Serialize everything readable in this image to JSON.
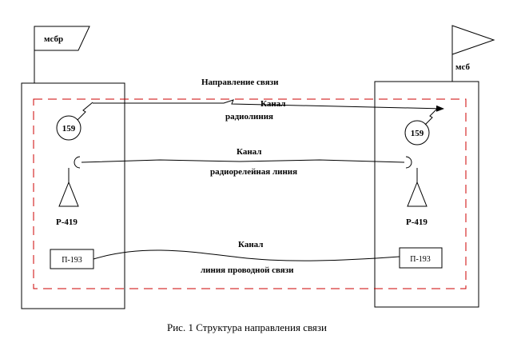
{
  "colors": {
    "ink": "#000000",
    "dash": "#cc0000",
    "background": "#ffffff"
  },
  "left": {
    "flag_label": "мсбр",
    "station_number": "159",
    "antenna_label": "Р-419",
    "equipment_label": "П-193"
  },
  "right": {
    "flag_label": "мсб",
    "station_number": "159",
    "antenna_label": "Р-419",
    "equipment_label": "П-193"
  },
  "header": "Направление связи",
  "channels": {
    "radio": {
      "title": "Канал",
      "subtitle": "радиолиния"
    },
    "relay": {
      "title": "Канал",
      "subtitle": "радиорелейная линия"
    },
    "wire": {
      "title": "Канал",
      "subtitle": "линия проводной связи"
    }
  },
  "caption": "Рис. 1 Структура направления связи"
}
